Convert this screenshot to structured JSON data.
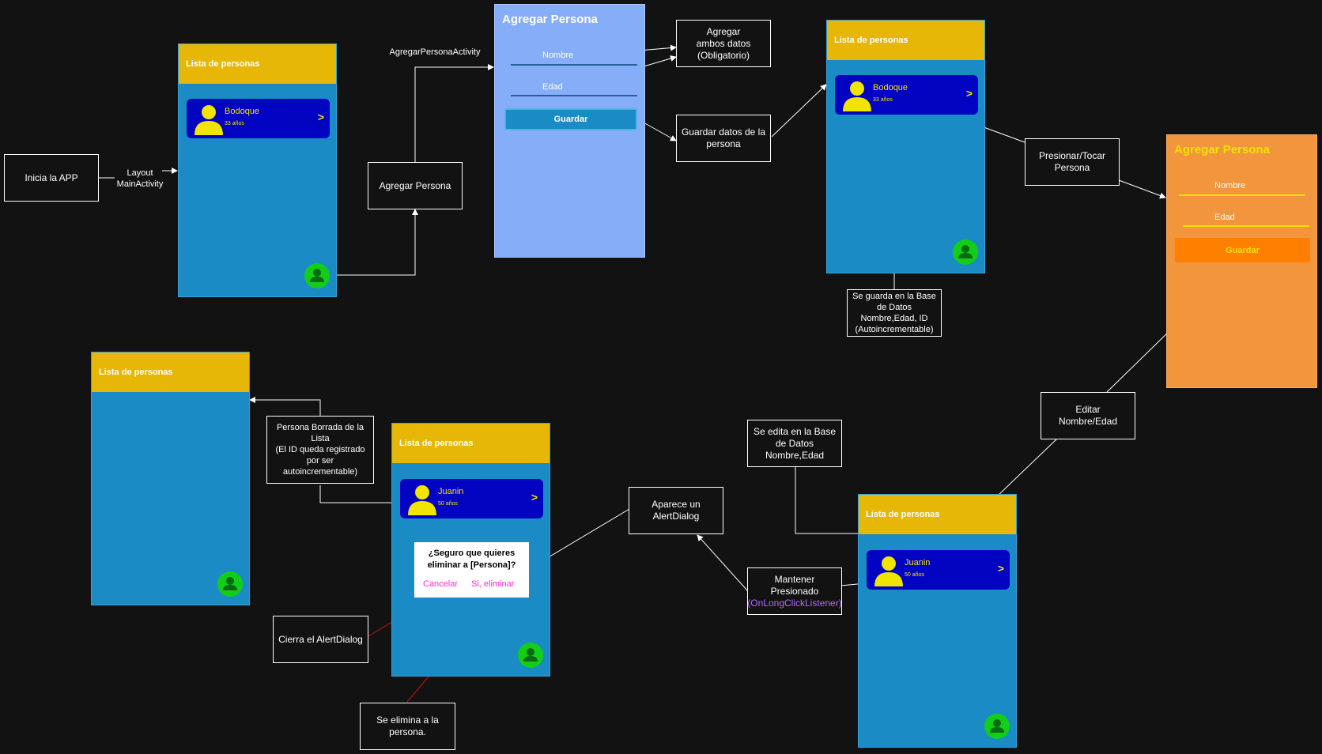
{
  "colors": {
    "background": "#121212",
    "header": "#e6b707",
    "phone": "#1a8bc4",
    "card": "#0303c2",
    "card_text": "#f0e400",
    "fab": "#12ce18",
    "form_blue": "#86adf8",
    "form_orange": "#f2953c",
    "button_blue": "#1a8bc4",
    "button_orange": "#ff7f00",
    "dialog_button": "#ff2ad0",
    "listener_text": "#b06cff",
    "danger_arrow": "#cc1111"
  },
  "screens": {
    "list_title": "Lista de personas",
    "person1": {
      "name": "Bodoque",
      "age": "33 años",
      "chevron": ">"
    },
    "person2": {
      "name": "Juanin",
      "age": "50 años",
      "chevron": ">"
    }
  },
  "add_form": {
    "title": "Agregar Persona",
    "name_label": "Nombre",
    "age_label": "Edad",
    "save_label": "Guardar"
  },
  "dialog": {
    "question": "¿Seguro que quieres\neliminar a [Persona]?",
    "cancel": "Cancelar",
    "confirm": "Si, eliminar"
  },
  "notes": {
    "start": "Inicia la APP",
    "layout": "Layout\nMainActivity",
    "add_person": "Agregar Persona",
    "activity": "AgregarPersonaActivity",
    "both_fields": "Agregar\nambos datos\n(Obligatorio)",
    "save_data": "Guardar datos de la\npersona",
    "db_save": "Se guarda en la Base\nde Datos\nNombre,Edad, ID\n(Autoincrementable)",
    "press": "Presionar/Tocar\nPersona",
    "edit": "Editar\nNombre/Edad",
    "db_edit": "Se edita en la Base\nde Datos\nNombre,Edad",
    "long_press": "Mantener Presionado",
    "long_press_listener": "(OnLongClickListener)",
    "alert": "Aparece un\nAlertDialog",
    "deleted": "Persona Borrada de la\nLista\n(El ID queda registrado\npor ser\nautoincrementable)",
    "close_alert": "Cierra el AlertDialog",
    "delete_person": "Se elimina a la\npersona."
  }
}
